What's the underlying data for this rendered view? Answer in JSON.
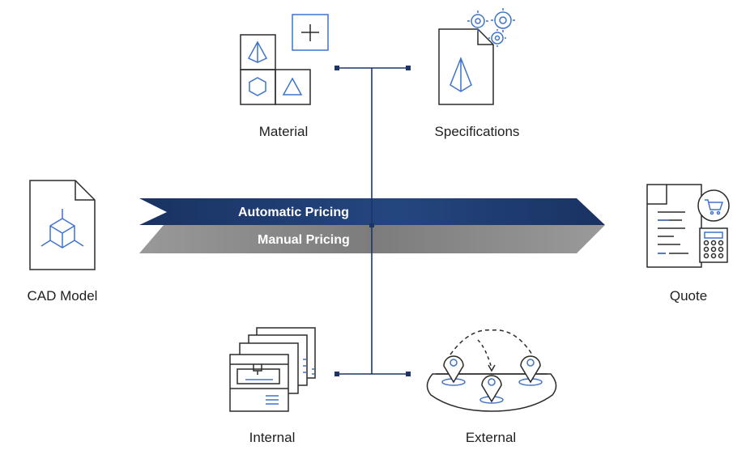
{
  "nodes": {
    "material": "Material",
    "specifications": "Specifications",
    "cad_model": "CAD Model",
    "quote": "Quote",
    "internal": "Internal",
    "external": "External"
  },
  "bands": {
    "automatic": "Automatic Pricing",
    "manual": "Manual Pricing"
  },
  "colors": {
    "navy": "#1b3566",
    "icon_outline": "#2b2b2b",
    "icon_accent": "#3f74c8",
    "manual_band": "#8a8a8a"
  }
}
